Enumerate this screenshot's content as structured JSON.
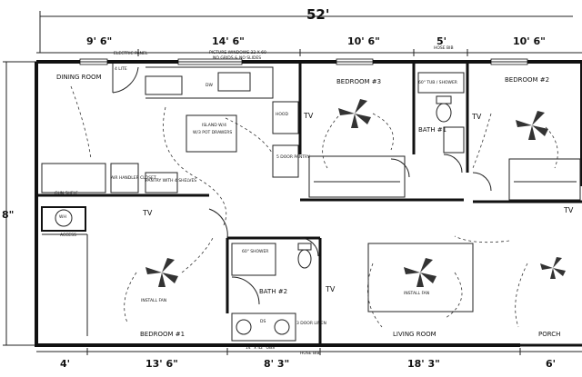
{
  "overall_width": "52'",
  "left_dim": "8\"",
  "top_dims": [
    "9' 6\"",
    "14' 6\"",
    "10' 6\"",
    "5'",
    "10' 6\""
  ],
  "bottom_dims": [
    "4'",
    "13' 6\"",
    "8' 3\"",
    "18' 3\"",
    "6'"
  ],
  "rooms": {
    "dining": "DINING ROOM",
    "bedroom3": "BEDROOM #3",
    "bedroom2": "BEDROOM #2",
    "bath1": "BATH #1",
    "bath2": "BATH #2",
    "bedroom1": "BEDROOM #1",
    "living": "LIVING ROOM",
    "porch": "PORCH"
  },
  "labels": {
    "electric_panel": "ELECTRIC PANEL",
    "lite": "4 LITE",
    "picture_windows": "PICTURE WINDOWS 32 X 60",
    "no_grids": "NO GRIDS & NO SLIDES",
    "dw": "DW",
    "island": "ISLAND W/4",
    "pot_drawers": "W/3 POT DRAWERS",
    "hood": "HOOD",
    "pantry": "5 DOOR PANTRY",
    "hose_bib_top": "HOSE BIB",
    "tub_shower": "60\" TUB / SHOWER",
    "air_handler": "AIR HANDLER CLOSET",
    "pantry_shelves": "PANTRY WITH 4 SHELVES",
    "gun_shelf": "GUN SHELF",
    "wh": "WH",
    "access": "ACCESS",
    "shower": "60\" SHOWER",
    "install_fan_1": "INSTALL FAN",
    "install_fan_2": "INSTALL FAN",
    "door_linen": "3 DOOR LINEN",
    "ds": "DS",
    "obs": "14\" x 42\" OBS",
    "hose_bib_bottom": "HOSE BIB",
    "tv": "TV"
  }
}
